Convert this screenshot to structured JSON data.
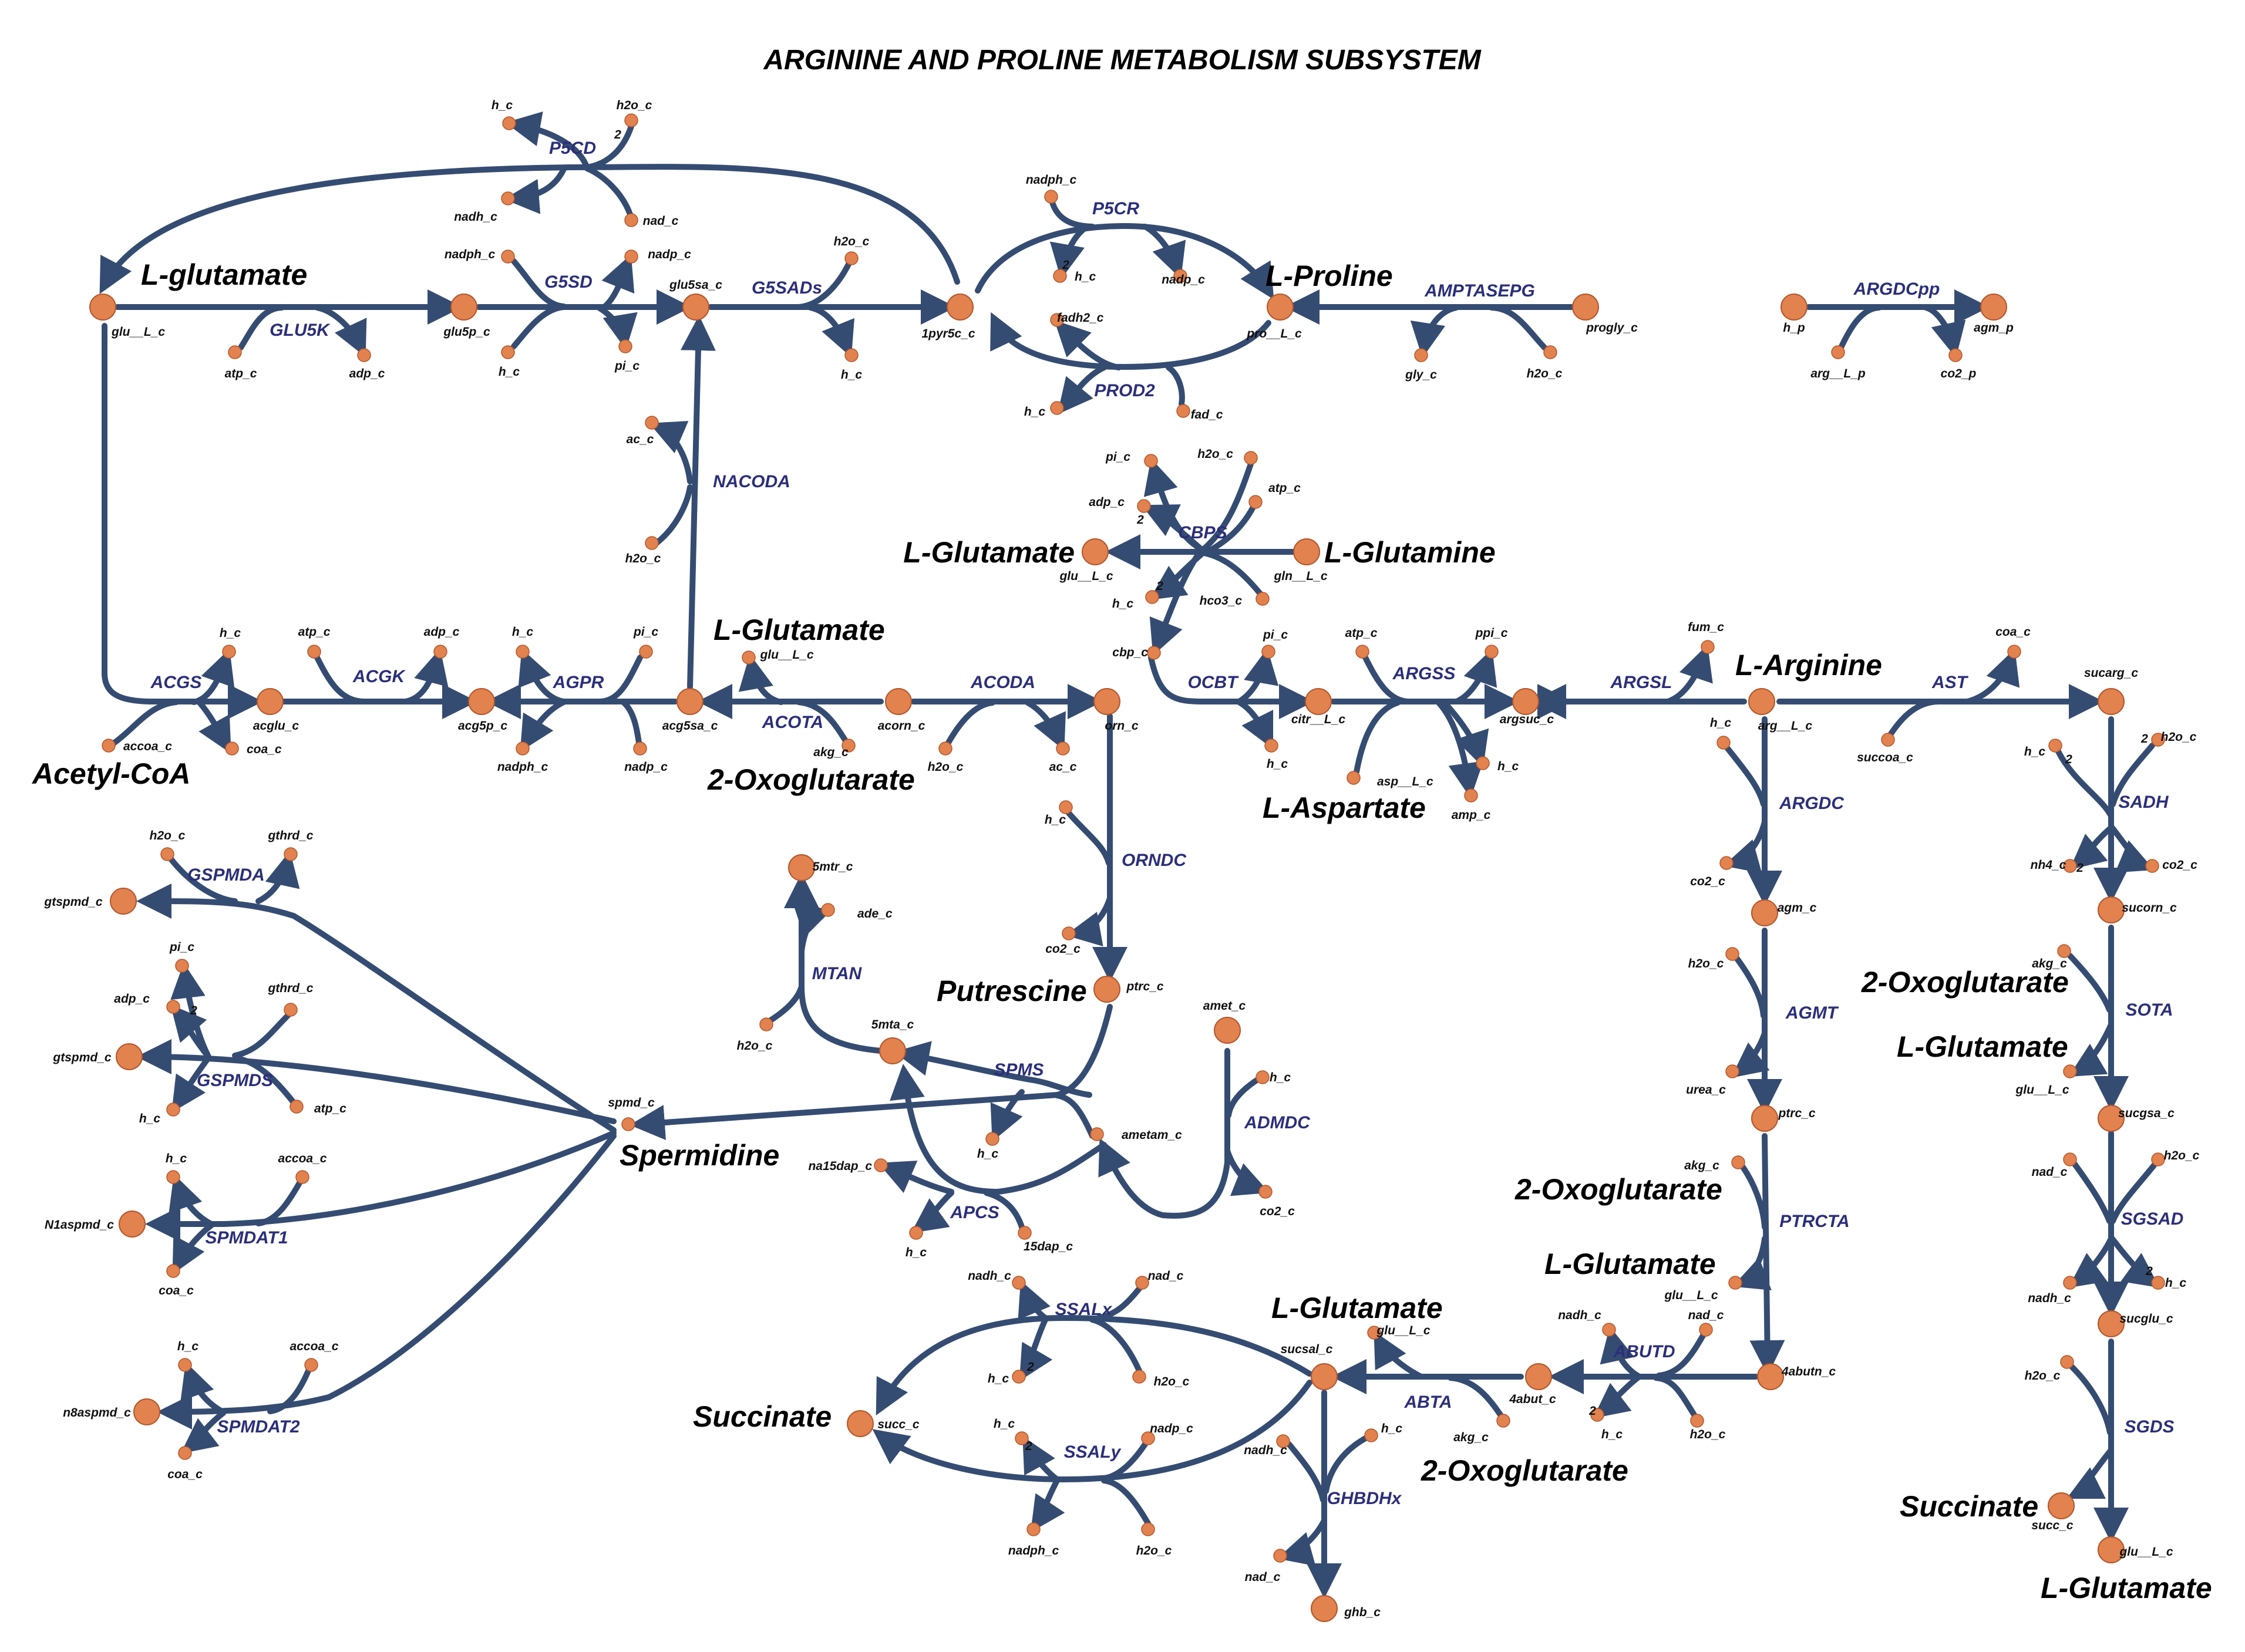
{
  "title": "ARGININE AND PROLINE METABOLISM SUBSYSTEM",
  "colors": {
    "edge": "#354c72",
    "node": "#e1824f",
    "node_stroke": "#b5562a",
    "reaction_label": "#2b2f7a"
  },
  "nodes": [
    {
      "id": "glu__L_c",
      "label": "glu__L_c",
      "big": true,
      "edge": "left-glutamate-top"
    },
    {
      "id": "glu5p_c",
      "label": "glu5p_c",
      "big": true
    },
    {
      "id": "glu5sa_c",
      "label": "glu5sa_c",
      "big": true
    },
    {
      "id": "1pyr5c_c",
      "label": "1pyr5c_c",
      "big": true
    },
    {
      "id": "pro__L_c",
      "label": "pro__L_c",
      "big": true
    },
    {
      "id": "progly_c",
      "label": "progly_c",
      "big": true
    },
    {
      "id": "h_p",
      "label": "h_p",
      "big": true
    },
    {
      "id": "agm_p",
      "label": "agm_p",
      "big": true
    },
    {
      "id": "acglu_c",
      "label": "acglu_c",
      "big": true
    },
    {
      "id": "acg5p_c",
      "label": "acg5p_c",
      "big": true
    },
    {
      "id": "acg5sa_c",
      "label": "acg5sa_c",
      "big": true
    },
    {
      "id": "acorn_c",
      "label": "acorn_c",
      "big": true
    },
    {
      "id": "orn_c",
      "label": "orn_c",
      "big": true
    },
    {
      "id": "citr__L_c",
      "label": "citr__L_c",
      "big": true
    },
    {
      "id": "argsuc_c",
      "label": "argsuc_c",
      "big": true
    },
    {
      "id": "arg__L_c",
      "label": "arg__L_c",
      "big": true
    },
    {
      "id": "sucarg_c",
      "label": "sucarg_c",
      "big": true
    },
    {
      "id": "glu__L_c_cbps",
      "label": "glu__L_c",
      "big": true
    },
    {
      "id": "gln__L_c",
      "label": "gln__L_c",
      "big": true
    },
    {
      "id": "agm_c",
      "label": "agm_c",
      "big": true
    },
    {
      "id": "ptrc_c_r",
      "label": "ptrc_c",
      "big": true
    },
    {
      "id": "4abutn_c",
      "label": "4abutn_c",
      "big": true
    },
    {
      "id": "4abut_c",
      "label": "4abut_c",
      "big": true
    },
    {
      "id": "sucsal_c",
      "label": "sucsal_c",
      "big": true
    },
    {
      "id": "succ_c",
      "label": "succ_c",
      "big": true
    },
    {
      "id": "ghb_c",
      "label": "ghb_c",
      "big": true
    },
    {
      "id": "sucorn_c",
      "label": "sucorn_c",
      "big": true
    },
    {
      "id": "sucgsa_c",
      "label": "sucgsa_c",
      "big": true
    },
    {
      "id": "sucglu_c",
      "label": "sucglu_c",
      "big": true
    },
    {
      "id": "succ_c_r",
      "label": "succ_c",
      "big": true
    },
    {
      "id": "glu__L_c_r",
      "label": "glu__L_c",
      "big": true
    },
    {
      "id": "ptrc_c",
      "label": "ptrc_c",
      "big": true
    },
    {
      "id": "amet_c",
      "label": "amet_c",
      "big": true
    },
    {
      "id": "5mtr_c",
      "label": "5mtr_c",
      "big": true
    },
    {
      "id": "5mta_c",
      "label": "5mta_c",
      "big": true
    },
    {
      "id": "spmd_c",
      "label": "spmd_c",
      "big": false
    },
    {
      "id": "gtspmd_c",
      "label": "gtspmd_c",
      "big": true
    },
    {
      "id": "gtspmd_c2",
      "label": "gtspmd_c",
      "big": true
    },
    {
      "id": "N1aspmd_c",
      "label": "N1aspmd_c",
      "big": true
    },
    {
      "id": "n8aspmd_c",
      "label": "n8aspmd_c",
      "big": true
    }
  ],
  "reactions": [
    "P5CD",
    "G5SD",
    "GLU5K",
    "G5SADs",
    "P5CR",
    "PROD2",
    "AMPTASEPG",
    "ARGDCpp",
    "NACODA",
    "CBPS",
    "ACGS",
    "ACGK",
    "AGPR",
    "ACOTA",
    "ACODA",
    "OCBT",
    "ARGSS",
    "ARGSL",
    "AST",
    "SADH",
    "ORNDC",
    "ARGDC",
    "AGMT",
    "PTRCTA",
    "SOTA",
    "SGSAD",
    "SGDS",
    "MTAN",
    "SPMS",
    "ADMDC",
    "APCS",
    "GSPMDA",
    "GSPMDS",
    "SPMDAT1",
    "SPMDAT2",
    "SSALx",
    "SSALy",
    "ABUTD",
    "ABTA",
    "GHBDHx"
  ],
  "small_metabolites": [
    "h_c",
    "h2o_c",
    "nadh_c",
    "nad_c",
    "nadph_c",
    "nadp_c",
    "pi_c",
    "atp_c",
    "adp_c",
    "fadh2_c",
    "fad_c",
    "gly_c",
    "arg__L_p",
    "co2_p",
    "ac_c",
    "hco3_c",
    "accoa_c",
    "coa_c",
    "akg_c",
    "fum_c",
    "asp__L_c",
    "amp_c",
    "ppi_c",
    "succoa_c",
    "nh4_c",
    "co2_c",
    "urea_c",
    "ade_c",
    "na15dap_c",
    "15dap_c",
    "gthrd_c"
  ],
  "compartment_labels": {
    "l_glutamate_top": "L-glutamate",
    "l_proline": "L-Proline",
    "l_glutamate_cbps": "L-Glutamate",
    "l_glutamine": "L-Glutamine",
    "l_glutamate_acota": "L-Glutamate",
    "oxoglutarate_acota": "2-Oxoglutarate",
    "acetyl_coa": "Acetyl-CoA",
    "l_arginine": "L-Arginine",
    "l_aspartate": "L-Aspartate",
    "putrescine": "Putrescine",
    "spermidine": "Spermidine",
    "oxoglutarate_sota": "2-Oxoglutarate",
    "l_glutamate_sota": "L-Glutamate",
    "oxoglutarate_ptrcta": "2-Oxoglutarate",
    "l_glutamate_ptrcta": "L-Glutamate",
    "l_glutamate_abta": "L-Glutamate",
    "oxoglutarate_abta": "2-Oxoglutarate",
    "succinate_left": "Succinate",
    "succinate_right": "Succinate",
    "l_glutamate_bottom": "L-Glutamate"
  },
  "stoich": "2"
}
